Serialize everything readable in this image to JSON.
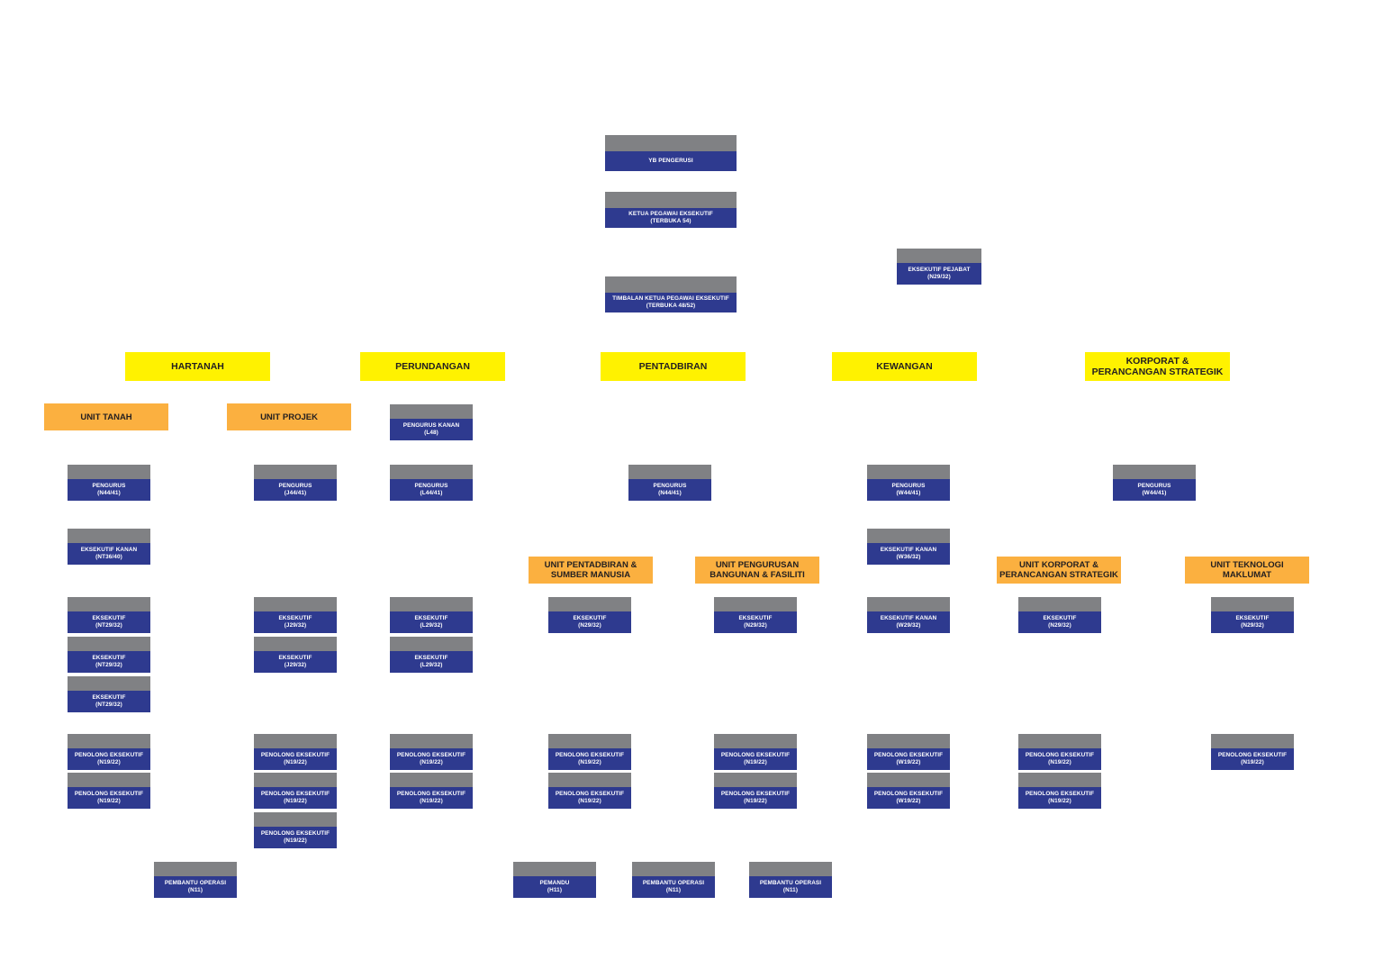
{
  "colors": {
    "post_header": "#808184",
    "post_body": "#2e3a8f",
    "division": "#fff200",
    "unit": "#fbb040"
  },
  "top": [
    {
      "id": "yb",
      "title": "YB PENGERUSI",
      "grade": ""
    },
    {
      "id": "ceo",
      "title": "KETUA PEGAWAI EKSEKUTIF",
      "grade": "(TERBUKA 54)"
    },
    {
      "id": "deputy",
      "title": "TIMBALAN KETUA PEGAWAI EKSEKUTIF",
      "grade": "(TERBUKA 48/52)"
    },
    {
      "id": "office_exec",
      "title": "EKSEKUTIF PEJABAT",
      "grade": "(N29/32)"
    }
  ],
  "divisions": [
    {
      "id": "hartanah",
      "label": [
        "HARTANAH"
      ]
    },
    {
      "id": "perundangan",
      "label": [
        "PERUNDANGAN"
      ]
    },
    {
      "id": "pentadbiran",
      "label": [
        "PENTADBIRAN"
      ]
    },
    {
      "id": "kewangan",
      "label": [
        "KEWANGAN"
      ]
    },
    {
      "id": "korporat",
      "label": [
        "KORPORAT &",
        "PERANCANGAN STRATEGIK"
      ]
    }
  ],
  "units": [
    {
      "id": "tanah",
      "label": [
        "UNIT TANAH"
      ]
    },
    {
      "id": "projek",
      "label": [
        "UNIT PROJEK"
      ]
    },
    {
      "id": "pentadbiran_sm",
      "label": [
        "UNIT PENTADBIRAN &",
        "SUMBER MANUSIA"
      ]
    },
    {
      "id": "bangunan",
      "label": [
        "UNIT PENGURUSAN",
        "BANGUNAN & FASILITI"
      ]
    },
    {
      "id": "korporat_ps",
      "label": [
        "UNIT KORPORAT &",
        "PERANCANGAN STRATEGIK"
      ]
    },
    {
      "id": "ti",
      "label": [
        "UNIT TEKNOLOGI",
        "MAKLUMAT"
      ]
    }
  ],
  "posts": [
    {
      "title": "PENGURUS",
      "grade": "(N44/41)"
    },
    {
      "title": "EKSEKUTIF KANAN",
      "grade": "(NT36/40)"
    },
    {
      "title": "EKSEKUTIF",
      "grade": "(NT29/32)"
    },
    {
      "title": "EKSEKUTIF",
      "grade": "(NT29/32)"
    },
    {
      "title": "EKSEKUTIF",
      "grade": "(NT29/32)"
    },
    {
      "title": "PENOLONG EKSEKUTIF",
      "grade": "(N19/22)"
    },
    {
      "title": "PENOLONG EKSEKUTIF",
      "grade": "(N19/22)"
    },
    {
      "title": "PEMBANTU OPERASI",
      "grade": "(N11)"
    },
    {
      "title": "PENGURUS",
      "grade": "(J44/41)"
    },
    {
      "title": "EKSEKUTIF",
      "grade": "(J29/32)"
    },
    {
      "title": "EKSEKUTIF",
      "grade": "(J29/32)"
    },
    {
      "title": "PENOLONG EKSEKUTIF",
      "grade": "(N19/22)"
    },
    {
      "title": "PENOLONG EKSEKUTIF",
      "grade": "(N19/22)"
    },
    {
      "title": "PENOLONG EKSEKUTIF",
      "grade": "(N19/22)"
    },
    {
      "title": "PENGURUS KANAN",
      "grade": "(L48)"
    },
    {
      "title": "PENGURUS",
      "grade": "(L44/41)"
    },
    {
      "title": "EKSEKUTIF",
      "grade": "(L29/32)"
    },
    {
      "title": "EKSEKUTIF",
      "grade": "(L29/32)"
    },
    {
      "title": "PENOLONG EKSEKUTIF",
      "grade": "(N19/22)"
    },
    {
      "title": "PENOLONG EKSEKUTIF",
      "grade": "(N19/22)"
    },
    {
      "title": "PENGURUS",
      "grade": "(N44/41)"
    },
    {
      "title": "EKSEKUTIF",
      "grade": "(N29/32)"
    },
    {
      "title": "PENOLONG EKSEKUTIF",
      "grade": "(N19/22)"
    },
    {
      "title": "PENOLONG EKSEKUTIF",
      "grade": "(N19/22)"
    },
    {
      "title": "EKSEKUTIF",
      "grade": "(N29/32)"
    },
    {
      "title": "PENOLONG EKSEKUTIF",
      "grade": "(N19/22)"
    },
    {
      "title": "PENOLONG EKSEKUTIF",
      "grade": "(N19/22)"
    },
    {
      "title": "PEMANDU",
      "grade": "(H11)"
    },
    {
      "title": "PEMBANTU OPERASI",
      "grade": "(N11)"
    },
    {
      "title": "PEMBANTU OPERASI",
      "grade": "(N11)"
    },
    {
      "title": "PENGURUS",
      "grade": "(W44/41)"
    },
    {
      "title": "EKSEKUTIF KANAN",
      "grade": "(W36/32)"
    },
    {
      "title": "EKSEKUTIF KANAN",
      "grade": "(W29/32)"
    },
    {
      "title": "PENOLONG EKSEKUTIF",
      "grade": "(W19/22)"
    },
    {
      "title": "PENOLONG EKSEKUTIF",
      "grade": "(W19/22)"
    },
    {
      "title": "PENGURUS",
      "grade": "(W44/41)"
    },
    {
      "title": "EKSEKUTIF",
      "grade": "(N29/32)"
    },
    {
      "title": "PENOLONG EKSEKUTIF",
      "grade": "(N19/22)"
    },
    {
      "title": "PENOLONG EKSEKUTIF",
      "grade": "(N19/22)"
    },
    {
      "title": "EKSEKUTIF",
      "grade": "(N29/32)"
    },
    {
      "title": "PENOLONG EKSEKUTIF",
      "grade": "(N19/22)"
    }
  ]
}
